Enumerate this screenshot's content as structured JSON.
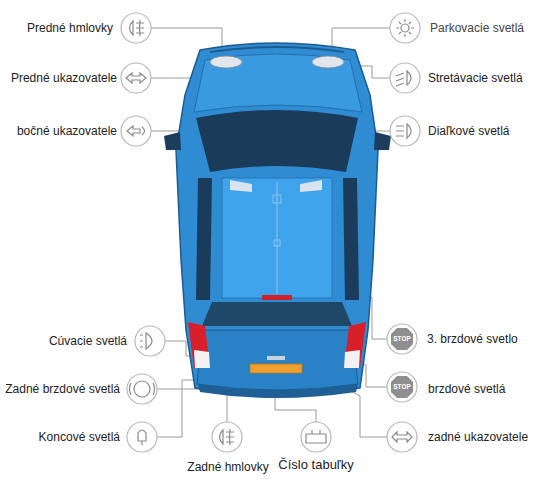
{
  "diagram": {
    "nodes": [
      {
        "text": [
          "STOP"
        ]
      },
      {
        "text": [
          "STOP"
        ]
      }
    ],
    "labels": [
      "Predné hmlovky",
      "Predné ukazovatele",
      "bočné ukazovatele",
      "Parkovacie svetlá",
      "Stretávacie svetlá",
      "Diaľkové svetlá",
      "Cúvacie svetlá",
      "Zadné brzdové svetlá",
      "Koncové svetlá",
      "Zadné hmlovky",
      "Číslo tabuľky",
      "3. brzdové svetlo",
      "brzdové svetlá",
      "zadné ukazovatele"
    ]
  }
}
